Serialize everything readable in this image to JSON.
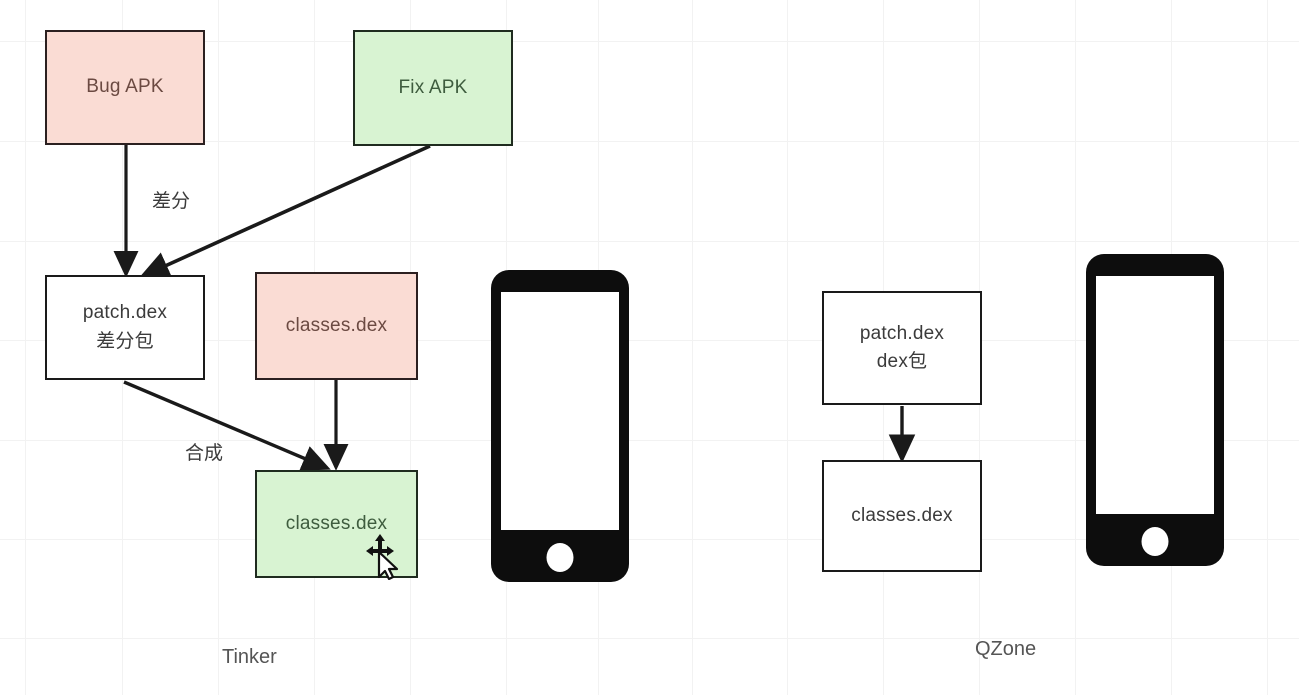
{
  "diagram": {
    "title_left": "Tinker",
    "title_right": "QZone",
    "nodes": {
      "bug_apk": {
        "label": "Bug APK",
        "fill": "#fadcd4",
        "text_color": "#6b4a42"
      },
      "fix_apk": {
        "label": "Fix APK",
        "fill": "#d8f3d2",
        "text_color": "#3e5c3e"
      },
      "patch_dex_left_l1": "patch.dex",
      "patch_dex_left_l2": "差分包",
      "classes_dex_pink": {
        "label": "classes.dex",
        "fill": "#fadcd4",
        "text_color": "#6b4a42"
      },
      "classes_dex_green": {
        "label": "classes.dex",
        "fill": "#d8f3d2",
        "text_color": "#3e5c3e"
      },
      "patch_dex_right_l1": "patch.dex",
      "patch_dex_right_l2": "dex包",
      "classes_dex_right": "classes.dex"
    },
    "edge_labels": {
      "diff": "差分",
      "merge": "合成"
    },
    "colors": {
      "stroke": "#1a1a1a",
      "grid": "#f2f2f2",
      "caption": "#555555",
      "phone_body": "#0d0d0d",
      "phone_screen": "#ffffff"
    },
    "icons": {
      "phone_left": "smartphone-icon",
      "phone_right": "smartphone-icon",
      "cursor": "move-cursor-icon"
    }
  }
}
